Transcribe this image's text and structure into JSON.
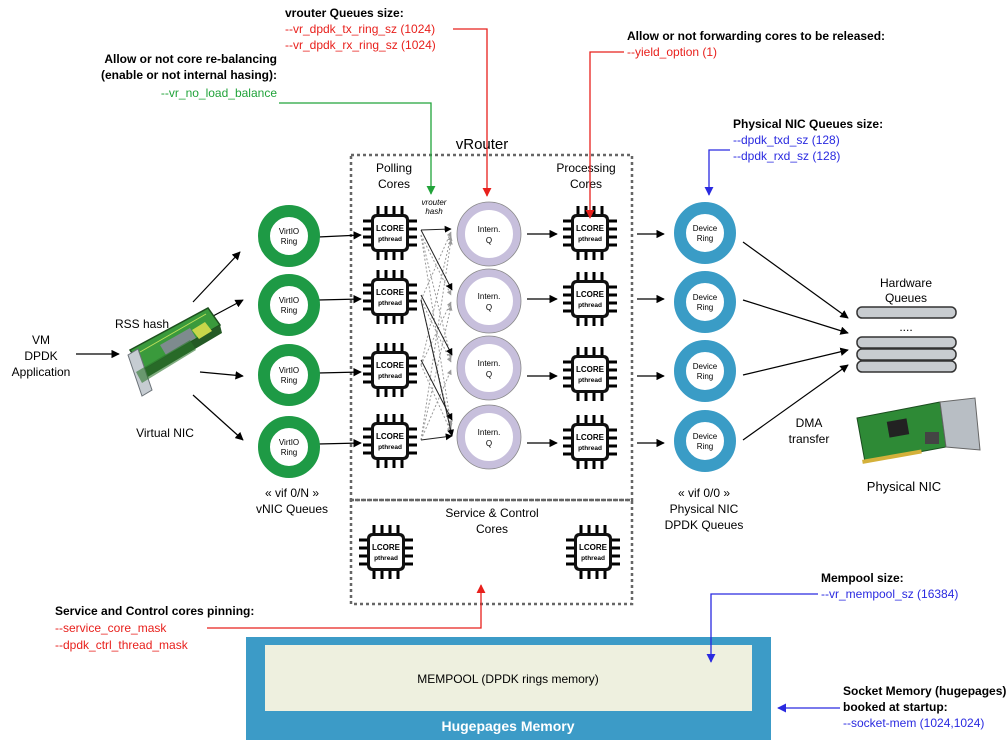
{
  "colors": {
    "red": "#e8201c",
    "green": "#21a33a",
    "blue": "#2a2ae0",
    "green_ring": "#1e9a45",
    "intern_ring": "#c7bfdc",
    "device_ring": "#3a9cc6",
    "hugepages": "#3c9bc7",
    "mempool_fill": "#eef0df"
  },
  "annotations": {
    "queues_title": "vrouter Queues size:",
    "tx_ring": "--vr_dpdk_tx_ring_sz  (1024)",
    "rx_ring": "--vr_dpdk_rx_ring_sz  (1024)",
    "rebalance_line1": "Allow or not core re-balancing",
    "rebalance_line2": "(enable or not internal hasing):",
    "no_load_balance": "--vr_no_load_balance",
    "yield_title": "Allow or not forwarding cores to be released:",
    "yield_option": "--yield_option (1)",
    "phys_queues_title": "Physical NIC Queues size:",
    "txd": "--dpdk_txd_sz  (128)",
    "rxd": "--dpdk_rxd_sz  (128)",
    "service_pin_title": "Service and Control cores pinning:",
    "service_core_mask": "--service_core_mask",
    "ctrl_thread_mask": "--dpdk_ctrl_thread_mask",
    "mempool_size_title": "Mempool size:",
    "mempool_size": "--vr_mempool_sz (16384)",
    "socket_mem_line1": "Socket Memory (hugepages)",
    "socket_mem_line2": "booked at startup:",
    "socket_mem": "--socket-mem (1024,1024)"
  },
  "labels": {
    "vrouter": "vRouter",
    "polling1": "Polling",
    "polling2": "Cores",
    "processing1": "Processing",
    "processing2": "Cores",
    "vrouter_hash1": "vrouter",
    "vrouter_hash2": "hash",
    "vm1": "VM",
    "vm2": "DPDK",
    "vm3": "Application",
    "rss_hash": "RSS hash",
    "virtual_nic": "Virtual NIC",
    "vif_on_1": "« vif 0/N »",
    "vif_on_2": "vNIC Queues",
    "vif_00_1": "« vif 0/0 »",
    "vif_00_2": "Physical NIC",
    "vif_00_3": "DPDK Queues",
    "hw_queues1": "Hardware",
    "hw_queues2": "Queues",
    "hw_dots": "....",
    "dma1": "DMA",
    "dma2": "transfer",
    "physical_nic": "Physical NIC",
    "service_control1": "Service & Control",
    "service_control2": "Cores",
    "mempool": "MEMPOOL (DPDK rings memory)",
    "hugepages": "Hugepages Memory"
  },
  "rings": {
    "virtio_1": "VirtIO",
    "virtio_2": "Ring",
    "intern_1": "Intern.",
    "intern_2": "Q",
    "device_1": "Device",
    "device_2": "Ring"
  },
  "chip": {
    "line1": "LCORE",
    "line2": "pthread"
  }
}
